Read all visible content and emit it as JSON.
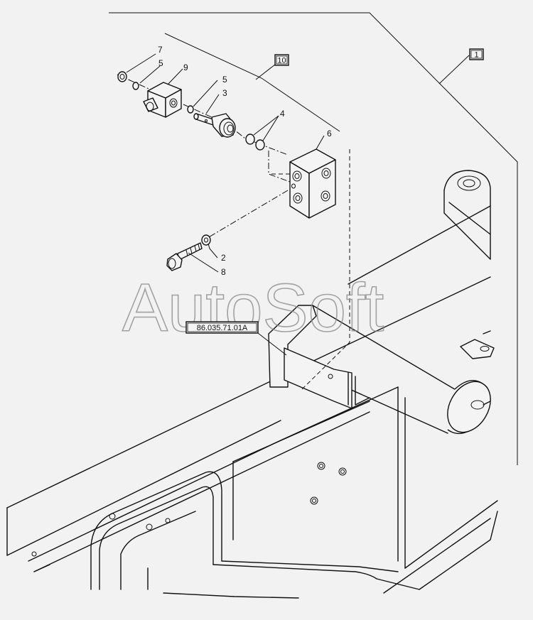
{
  "diagram": {
    "reference_code": "86.035.71.01A",
    "watermark": "AutoSoft",
    "callouts": {
      "p7": "7",
      "p5a": "5",
      "p9": "9",
      "p5b": "5",
      "p3": "3",
      "p4": "4",
      "p6": "6",
      "p2": "2",
      "p8": "8"
    },
    "boxed_callouts": {
      "b10": "10",
      "b1": "1"
    }
  }
}
